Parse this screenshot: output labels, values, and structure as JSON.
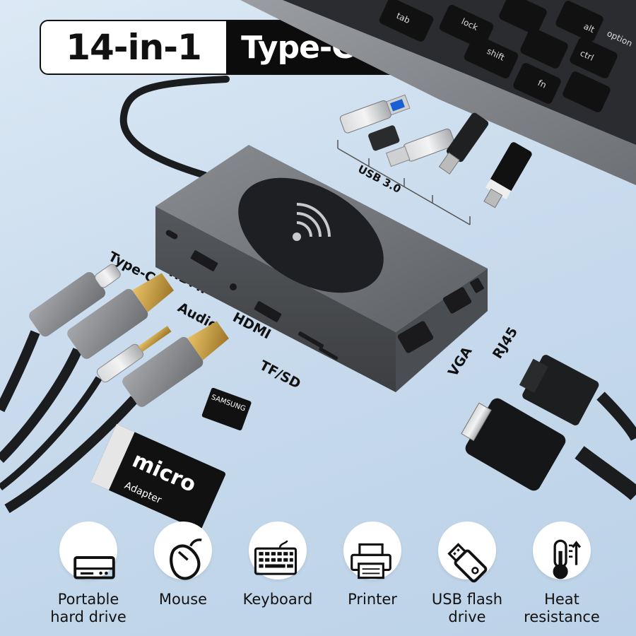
{
  "title": {
    "left": "14-in-1",
    "right": "Type-C Dock"
  },
  "ports": {
    "type_c": "Type-C",
    "hdmi_1": "HDMI",
    "audio": "Audio",
    "hdmi_2": "HDMI",
    "tf_sd": "TF/SD",
    "usb3": "USB 3.0",
    "vga": "VGA",
    "rj45": "RJ45"
  },
  "product_text": {
    "sd_adapter_brand": "micro",
    "sd_adapter_sub": "Adapter",
    "tf_card_brand": "SAMSUNG"
  },
  "features": [
    {
      "label": "Portable\nhard drive",
      "icon": "hard-drive-icon"
    },
    {
      "label": "Mouse",
      "icon": "mouse-icon"
    },
    {
      "label": "Keyboard",
      "icon": "keyboard-icon"
    },
    {
      "label": "Printer",
      "icon": "printer-icon"
    },
    {
      "label": "USB flash\ndrive",
      "icon": "usb-flash-icon"
    },
    {
      "label": "Heat\nresistance",
      "icon": "thermometer-icon"
    }
  ],
  "colors": {
    "background": "#c9dbed",
    "dock": "#6b6e72",
    "title_dark": "#0c0c0c"
  }
}
